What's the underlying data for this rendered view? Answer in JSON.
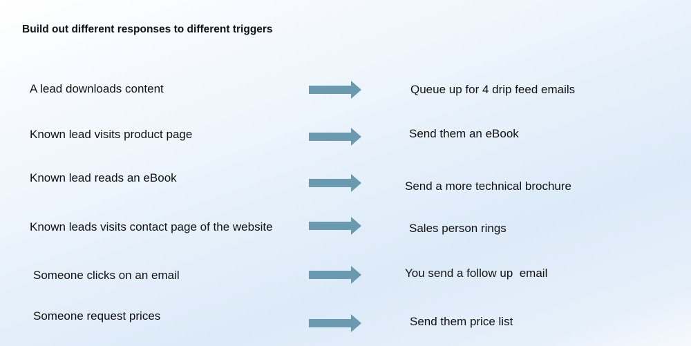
{
  "title": "Build out different responses to different triggers",
  "arrow_color": "#6a9ab0",
  "rows": [
    {
      "trigger": "A lead downloads content",
      "response": "Queue up for 4 drip feed emails"
    },
    {
      "trigger": "Known lead visits product page",
      "response": "Send them an eBook"
    },
    {
      "trigger": "Known lead reads an eBook",
      "response": "Send a more technical brochure"
    },
    {
      "trigger": "Known leads visits contact page of the website",
      "response": "Sales person rings"
    },
    {
      "trigger": "Someone clicks on an email",
      "response": "You send a follow up  email"
    },
    {
      "trigger": "Someone request prices",
      "response": "Send them price list"
    }
  ]
}
